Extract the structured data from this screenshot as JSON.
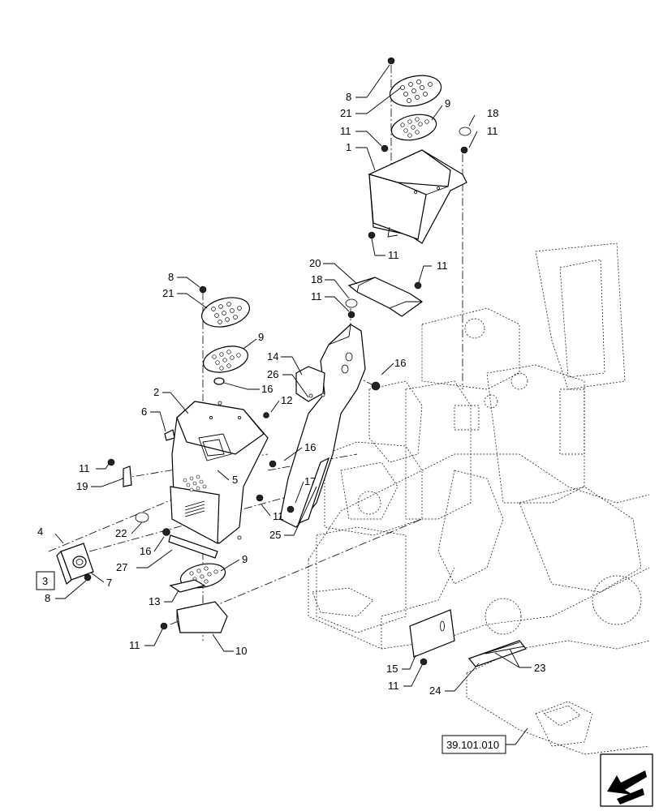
{
  "labels": {
    "l8a": "8",
    "l21a": "21",
    "l9a": "9",
    "l18a": "18",
    "l11a": "11",
    "l11b": "11",
    "l1": "1",
    "l11c": "11",
    "l20": "20",
    "l11d": "11",
    "l18b": "18",
    "l11e": "11",
    "l8b": "8",
    "l21b": "21",
    "l9b": "9",
    "l14": "14",
    "l26": "26",
    "l16a": "16",
    "l16b": "16",
    "l2": "2",
    "l12": "12",
    "l6": "6",
    "l16c": "16",
    "l11f": "11",
    "l19": "19",
    "l5": "5",
    "l17": "17",
    "l11g": "11",
    "l22": "22",
    "l25": "25",
    "l4": "4",
    "l16d": "16",
    "l27": "27",
    "l3": "3",
    "l7": "7",
    "l8c": "8",
    "l9c": "9",
    "l13": "13",
    "l11h": "11",
    "l10": "10",
    "l15": "15",
    "l11i": "11",
    "l23": "23",
    "l24": "24"
  },
  "reference": "39.101.010",
  "icons": {
    "nav": "arrow-back-icon"
  }
}
